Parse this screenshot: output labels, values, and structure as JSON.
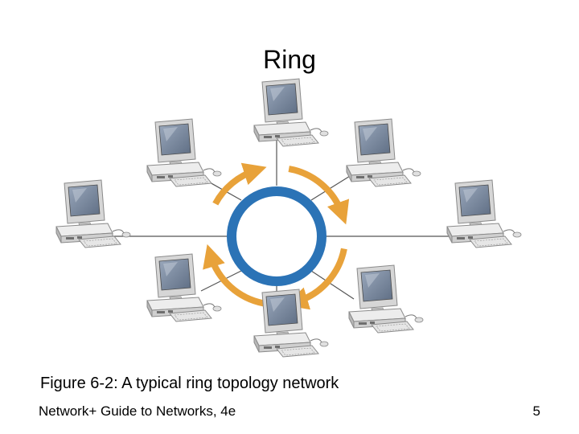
{
  "slide": {
    "title": "Ring",
    "caption": "Figure 6-2: A typical ring topology network",
    "footer_left": "Network+ Guide to Networks, 4e",
    "page_number": "5"
  },
  "diagram": {
    "hub": "ring",
    "nodes": [
      {
        "name": "computer-top",
        "icon": "desktop-computer-icon"
      },
      {
        "name": "computer-upper-right",
        "icon": "desktop-computer-icon"
      },
      {
        "name": "computer-right",
        "icon": "desktop-computer-icon"
      },
      {
        "name": "computer-lower-right",
        "icon": "desktop-computer-icon"
      },
      {
        "name": "computer-bottom",
        "icon": "desktop-computer-icon"
      },
      {
        "name": "computer-lower-left",
        "icon": "desktop-computer-icon"
      },
      {
        "name": "computer-left",
        "icon": "desktop-computer-icon"
      },
      {
        "name": "computer-upper-left",
        "icon": "desktop-computer-icon"
      }
    ],
    "colors": {
      "ring": "#2B73B6",
      "arrows": "#E8A23A",
      "links": "#555555",
      "computer_body": "#E3E3E3",
      "screen": "#6F7F96"
    }
  }
}
